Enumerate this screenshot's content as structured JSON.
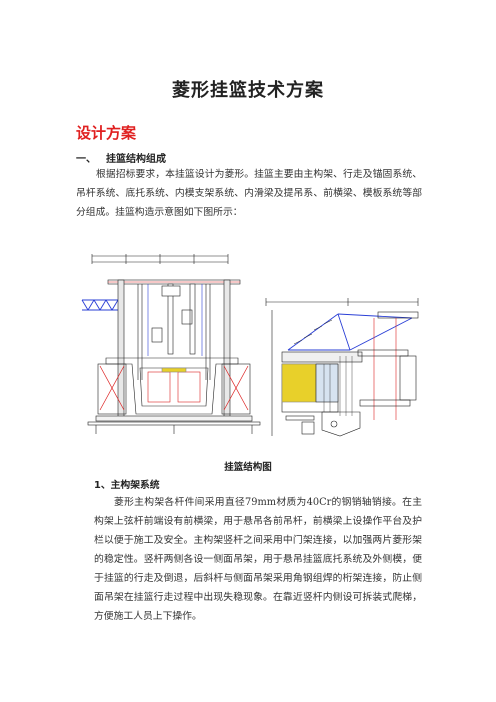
{
  "doc": {
    "title": "菱形挂篮技术方案",
    "section_heading": "设计方案",
    "subsection": {
      "number": "一、",
      "title": "挂篮结构组成"
    },
    "intro_paragraph": "根据招标要求，本挂篮设计为菱形。挂篮主要由主构架、行走及锚固系统、吊杆系统、底托系统、内模支架系统、内滑梁及提吊系、前横梁、模板系统等部分组成。挂篮构造示意图如下图所示：",
    "figure_caption": "挂篮结构图",
    "subsubsection": "1、主构架系统",
    "main_frame_paragraph": "菱形主构架各杆件间采用直径79mm材质为40Cr的钢销轴销接。在主构架上弦杆前端设有前横梁，用于悬吊各前吊杆，前横梁上设操作平台及护栏以便于施工及安全。主构架竖杆之间采用中门架连接，以加强两片菱形架的稳定性。竖杆两侧各设一侧面吊架，用于悬吊挂篮底托系统及外侧模，便于挂篮的行走及倒退，后斜杆与侧面吊架采用角钢组焊的桁架连接，防止侧面吊架在挂篮行走过程中出现失稳现象。在靠近竖杆内侧设可拆装式爬梯，方便施工人员上下操作。"
  },
  "colors": {
    "heading_red": "#e02020",
    "drawing_blue": "#2a3fd6",
    "drawing_red": "#d22",
    "drawing_yellow": "#e8d02a"
  }
}
